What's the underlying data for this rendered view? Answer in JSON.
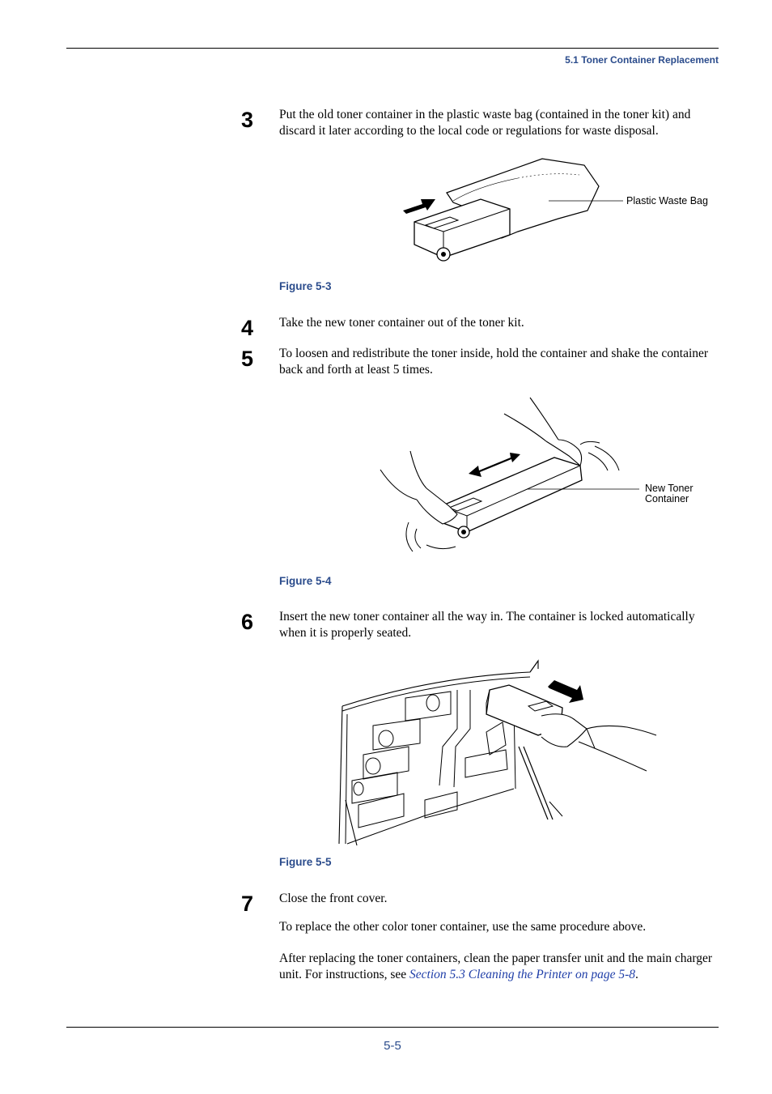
{
  "header": {
    "section_title": "5.1 Toner Container Replacement"
  },
  "steps": [
    {
      "number": "3",
      "text": "Put the old toner container in the plastic waste bag (contained in the toner kit) and discard it later according to the local code or regulations for waste disposal."
    },
    {
      "number": "4",
      "text": "Take the new toner container out of the toner kit."
    },
    {
      "number": "5",
      "text": "To loosen and redistribute the toner inside, hold the container and shake the container back and forth at least 5 times."
    },
    {
      "number": "6",
      "text": "Insert the new toner container all the way in. The container is locked automatically when it is properly seated."
    },
    {
      "number": "7",
      "text": "Close the front cover."
    }
  ],
  "figures": [
    {
      "caption": "Figure 5-3",
      "callout": "Plastic Waste Bag"
    },
    {
      "caption": "Figure 5-4",
      "callout_line1": "New Toner",
      "callout_line2": "Container"
    },
    {
      "caption": "Figure 5-5"
    }
  ],
  "notes": {
    "other_color": "To replace the other color toner container, use the same procedure above.",
    "after_prefix": "After replacing the toner containers, clean the paper transfer unit and the main charger unit. For instructions, see ",
    "after_link": "Section 5.3 Cleaning the Printer on page 5-8",
    "after_suffix": "."
  },
  "footer": {
    "page_number": "5-5"
  }
}
